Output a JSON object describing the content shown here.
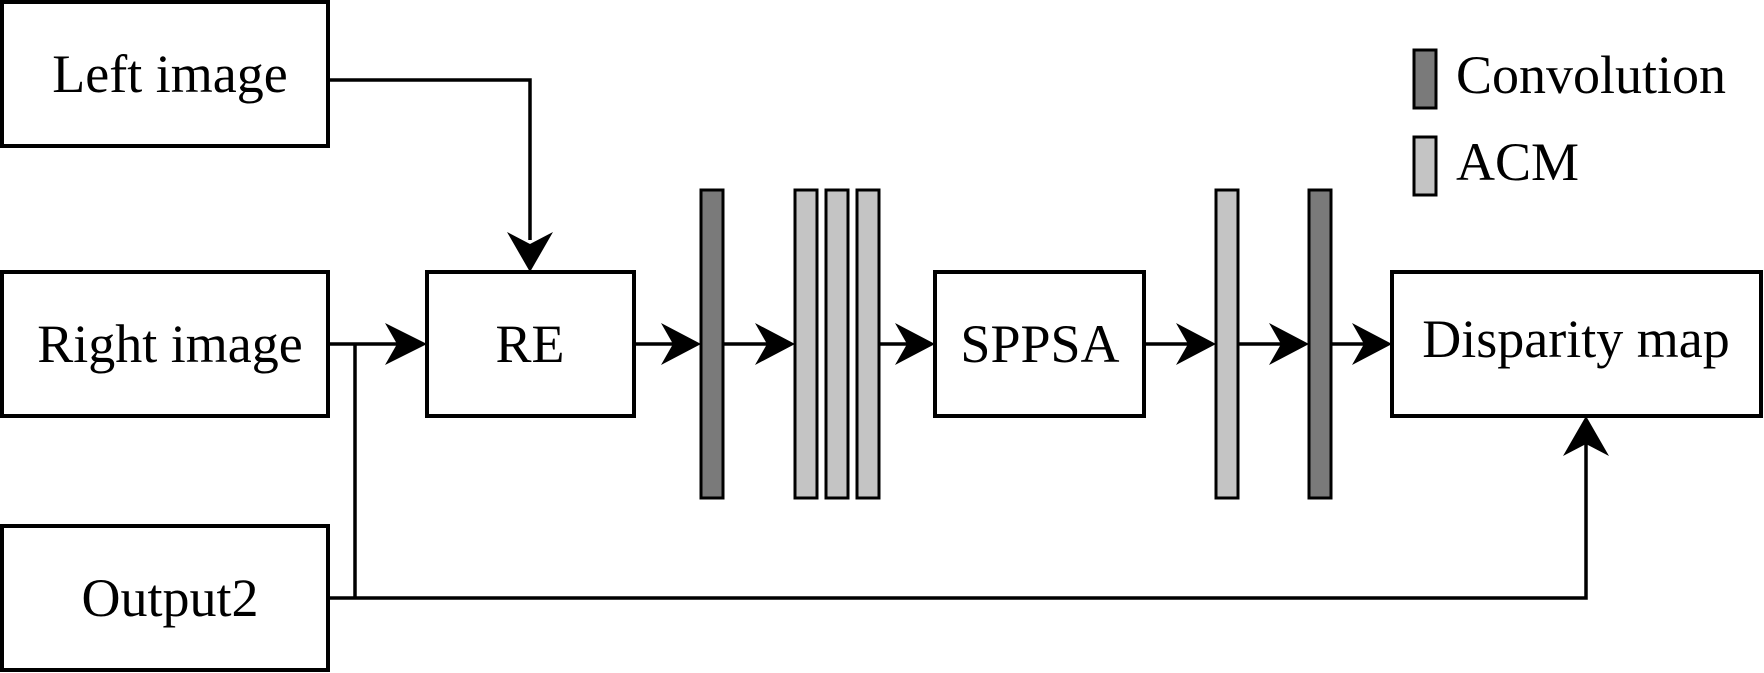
{
  "nodes": {
    "left_image": "Left image",
    "right_image": "Right image",
    "output2": "Output2",
    "re": "RE",
    "sppsa": "SPPSA",
    "disparity_map": "Disparity map"
  },
  "legend": {
    "convolution": "Convolution",
    "acm": "ACM"
  },
  "colors": {
    "convolution": "#7a7a7a",
    "acm": "#c4c4c4",
    "stroke": "#000000",
    "background": "#ffffff"
  },
  "pipeline": [
    "RE",
    "Convolution",
    "ACM",
    "ACM",
    "ACM",
    "SPPSA",
    "ACM",
    "Convolution",
    "Disparity map"
  ]
}
